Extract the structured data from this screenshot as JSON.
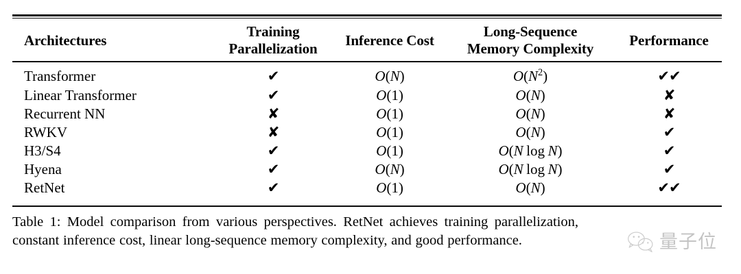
{
  "table": {
    "label": "Table 1",
    "headers": [
      {
        "line1": "Architectures",
        "line2": ""
      },
      {
        "line1": "Training",
        "line2": "Parallelization"
      },
      {
        "line1": "Inference Cost",
        "line2": ""
      },
      {
        "line1": "Long-Sequence",
        "line2": "Memory Complexity"
      },
      {
        "line1": "Performance",
        "line2": ""
      }
    ],
    "rows": [
      {
        "architecture": "Transformer",
        "training_parallelization": "✔",
        "inference_cost": "O(N)",
        "memory_complexity": "O(N²)",
        "performance": "✔✔"
      },
      {
        "architecture": "Linear Transformer",
        "training_parallelization": "✔",
        "inference_cost": "O(1)",
        "memory_complexity": "O(N)",
        "performance": "✘"
      },
      {
        "architecture": "Recurrent NN",
        "training_parallelization": "✘",
        "inference_cost": "O(1)",
        "memory_complexity": "O(N)",
        "performance": "✘"
      },
      {
        "architecture": "RWKV",
        "training_parallelization": "✘",
        "inference_cost": "O(1)",
        "memory_complexity": "O(N)",
        "performance": "✔"
      },
      {
        "architecture": "H3/S4",
        "training_parallelization": "✔",
        "inference_cost": "O(1)",
        "memory_complexity": "O(N log N)",
        "performance": "✔"
      },
      {
        "architecture": "Hyena",
        "training_parallelization": "✔",
        "inference_cost": "O(N)",
        "memory_complexity": "O(N log N)",
        "performance": "✔"
      },
      {
        "architecture": "RetNet",
        "training_parallelization": "✔",
        "inference_cost": "O(1)",
        "memory_complexity": "O(N)",
        "performance": "✔✔"
      }
    ]
  },
  "caption": {
    "full": "Table 1: Model comparison from various perspectives. RetNet achieves training parallelization, constant inference cost, linear long-sequence memory complexity, and good performance.",
    "line1": "Table 1:  Model comparison from various perspectives.  RetNet achieves training parallelization,",
    "line2": "constant inference cost, linear long-sequence memory complexity, and good performance."
  },
  "watermark": {
    "text": "量子位",
    "color": "#8a8a8a"
  },
  "colors": {
    "background": "#ffffff",
    "text": "#000000",
    "rule": "#0a0a0a"
  }
}
